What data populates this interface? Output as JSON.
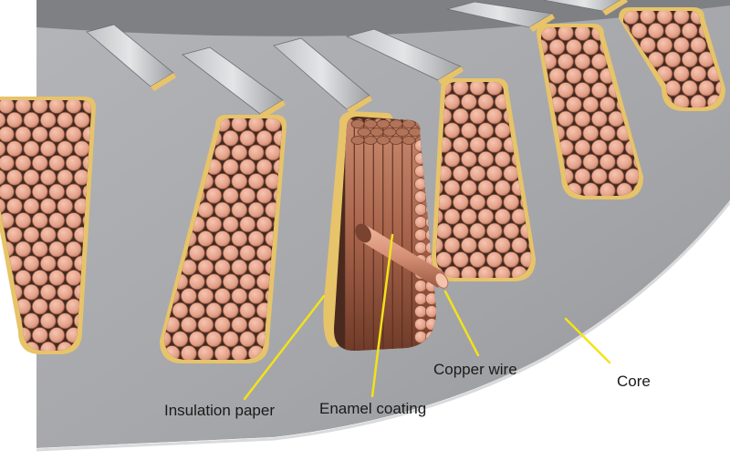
{
  "labels": {
    "insulation_paper": "Insulation paper",
    "enamel_coating": "Enamel coating",
    "copper_wire": "Copper wire",
    "core": "Core"
  },
  "colors": {
    "core": "#a9aaad",
    "core_dark": "#8e8f93",
    "core_light": "#c8c9cc",
    "insulation": "#e7c36a",
    "copper": "#e8a78f",
    "copper_dark": "#9a5a40",
    "gap": "#3c2a22",
    "leader": "#f3e21a"
  },
  "icons": {
    "stator_illustration": "stator-slot-cross-section"
  }
}
